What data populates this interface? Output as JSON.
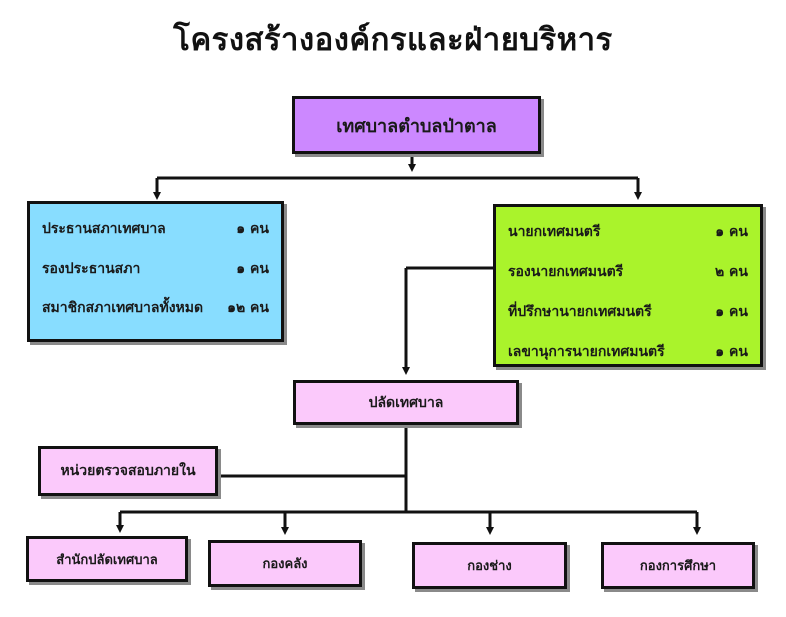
{
  "title": "โครงสร้างองค์กรและฝ่ายบริหาร",
  "top_box": "เทศบาลตำบลป่าตาล",
  "council": [
    {
      "label": "ประธานสภาเทศบาล",
      "count": "๑ คน"
    },
    {
      "label": "รองประธานสภา",
      "count": "๑ คน"
    },
    {
      "label": "สมาชิกสภาเทศบาลทั้งหมด",
      "count": "๑๒ คน"
    }
  ],
  "executive": [
    {
      "label": "นายกเทศมนตรี",
      "count": "๑ คน"
    },
    {
      "label": "รองนายกเทศมนตรี",
      "count": "๒ คน"
    },
    {
      "label": "ที่ปรึกษานายกเทศมนตรี",
      "count": "๑  คน"
    },
    {
      "label": "เลขานุการนายกเทศมนตรี",
      "count": "๑ คน"
    }
  ],
  "clerk": "ปลัดเทศบาล",
  "audit": "หน่วยตรวจสอบภายใน",
  "divisions": [
    "สำนักปลัดเทศบาล",
    "กองคลัง",
    "กองช่าง",
    "กองการศึกษา"
  ],
  "colors": {
    "top": "#cc88ff",
    "council": "#88ddff",
    "executive": "#aaf32b",
    "office": "#fbc9fb"
  }
}
